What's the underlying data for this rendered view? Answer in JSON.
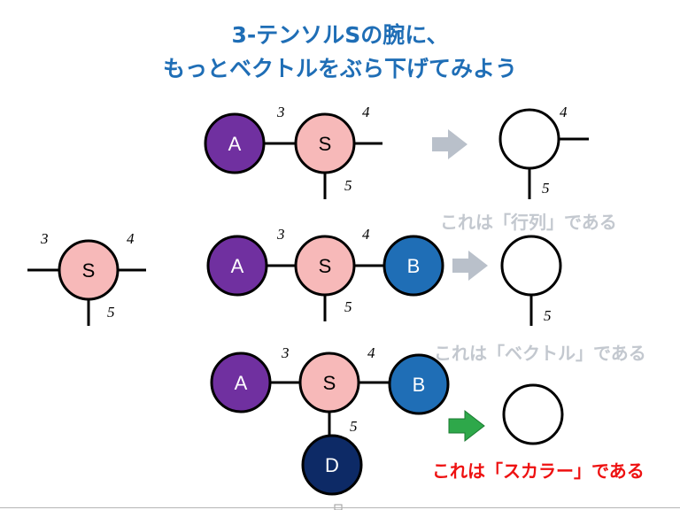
{
  "title": {
    "line1": "3-テンソルSの腕に、",
    "line2": "もっとベクトルをぶら下げてみよう"
  },
  "tensor_label": "S",
  "vector_labels": {
    "a": "A",
    "b": "B",
    "d": "D"
  },
  "dims": {
    "d3": "3",
    "d4": "4",
    "d5": "5"
  },
  "captions": {
    "matrix": "これは「行列」である",
    "vector": "これは「ベクトル」である",
    "scalar": "これは「スカラー」である"
  },
  "colors": {
    "title": "#1f6eb6",
    "tensor_fill": "#f7b9b9",
    "vector_a": "#7030a0",
    "vector_b": "#1f6eb6",
    "vector_d": "#0d2a66",
    "arrow_gray": "#b9c0ca",
    "arrow_green": "#2ea84a",
    "caption_gray": "#c3c8cf",
    "caption_red": "#ee1111"
  }
}
